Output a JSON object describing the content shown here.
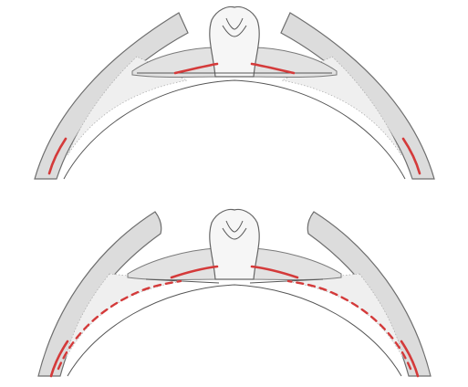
{
  "colors": {
    "wall_fill": "#dcdcdc",
    "outline": "#6e6e6e",
    "highlight": "#d43a3a",
    "background": "#ffffff"
  },
  "panels": [
    {
      "name": "upper-panel",
      "highlight_style": "solid"
    },
    {
      "name": "lower-panel",
      "highlight_style": "dashed"
    }
  ]
}
